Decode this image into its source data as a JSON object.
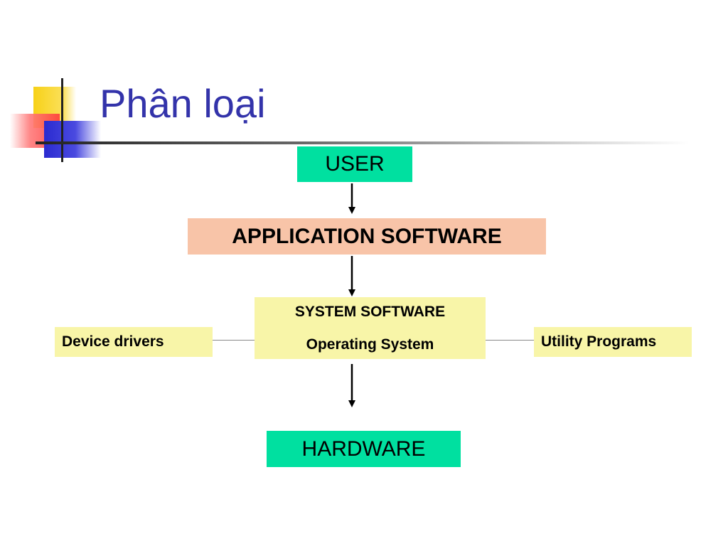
{
  "slide": {
    "title": "Phân loại"
  },
  "diagram": {
    "user": "USER",
    "application_software": "APPLICATION SOFTWARE",
    "system_software": {
      "line1": "SYSTEM SOFTWARE",
      "line2": "Operating System"
    },
    "device_drivers": "Device drivers",
    "utility_programs": "Utility Programs",
    "hardware": "HARDWARE"
  },
  "colors": {
    "title": "#3333aa",
    "teal_box": "#00e0a0",
    "salmon_box": "#f8c4a8",
    "cream_box": "#f8f5a8"
  }
}
